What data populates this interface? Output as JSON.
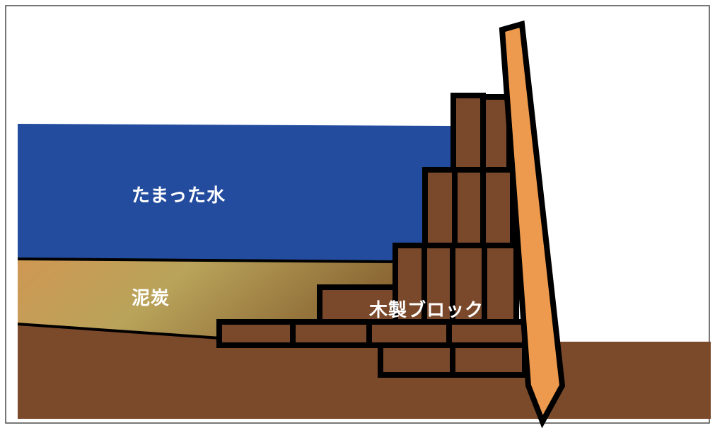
{
  "labels": {
    "water": "たまった水",
    "peat": "泥炭",
    "wooden_blocks": "木製ブロック"
  },
  "colors": {
    "background": "#FFFFFF",
    "water": "#234C9F",
    "peat_light": "#CF9853",
    "peat_mid": "#B9A35A",
    "peat_dark": "#8A6633",
    "ground": "#7B4A2B",
    "block": "#7A492B",
    "stake": "#EE9A4E",
    "outline": "#000000",
    "label_text": "#FFFFFF"
  }
}
